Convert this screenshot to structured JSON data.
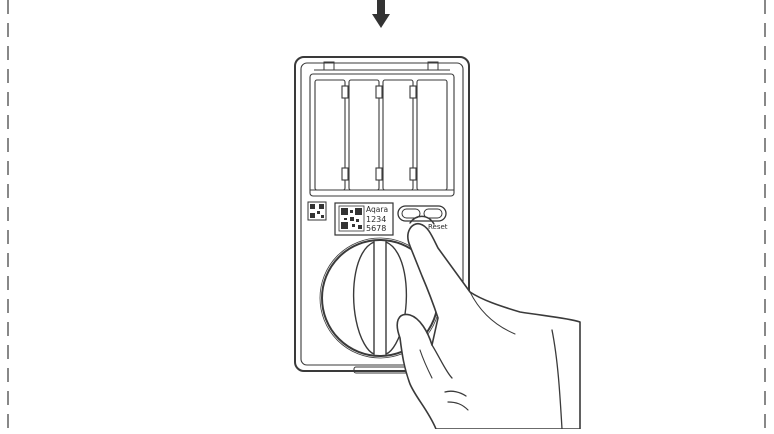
{
  "diagram": {
    "stroke_color": "#3a3a3a",
    "background": "#ffffff",
    "label_brand": "Aqara",
    "label_code_line1": "1234",
    "label_code_line2": "5678",
    "label_reset": "Reset",
    "icons": [
      "down-arrow-icon",
      "qr-code-icon",
      "hand-icon"
    ]
  }
}
